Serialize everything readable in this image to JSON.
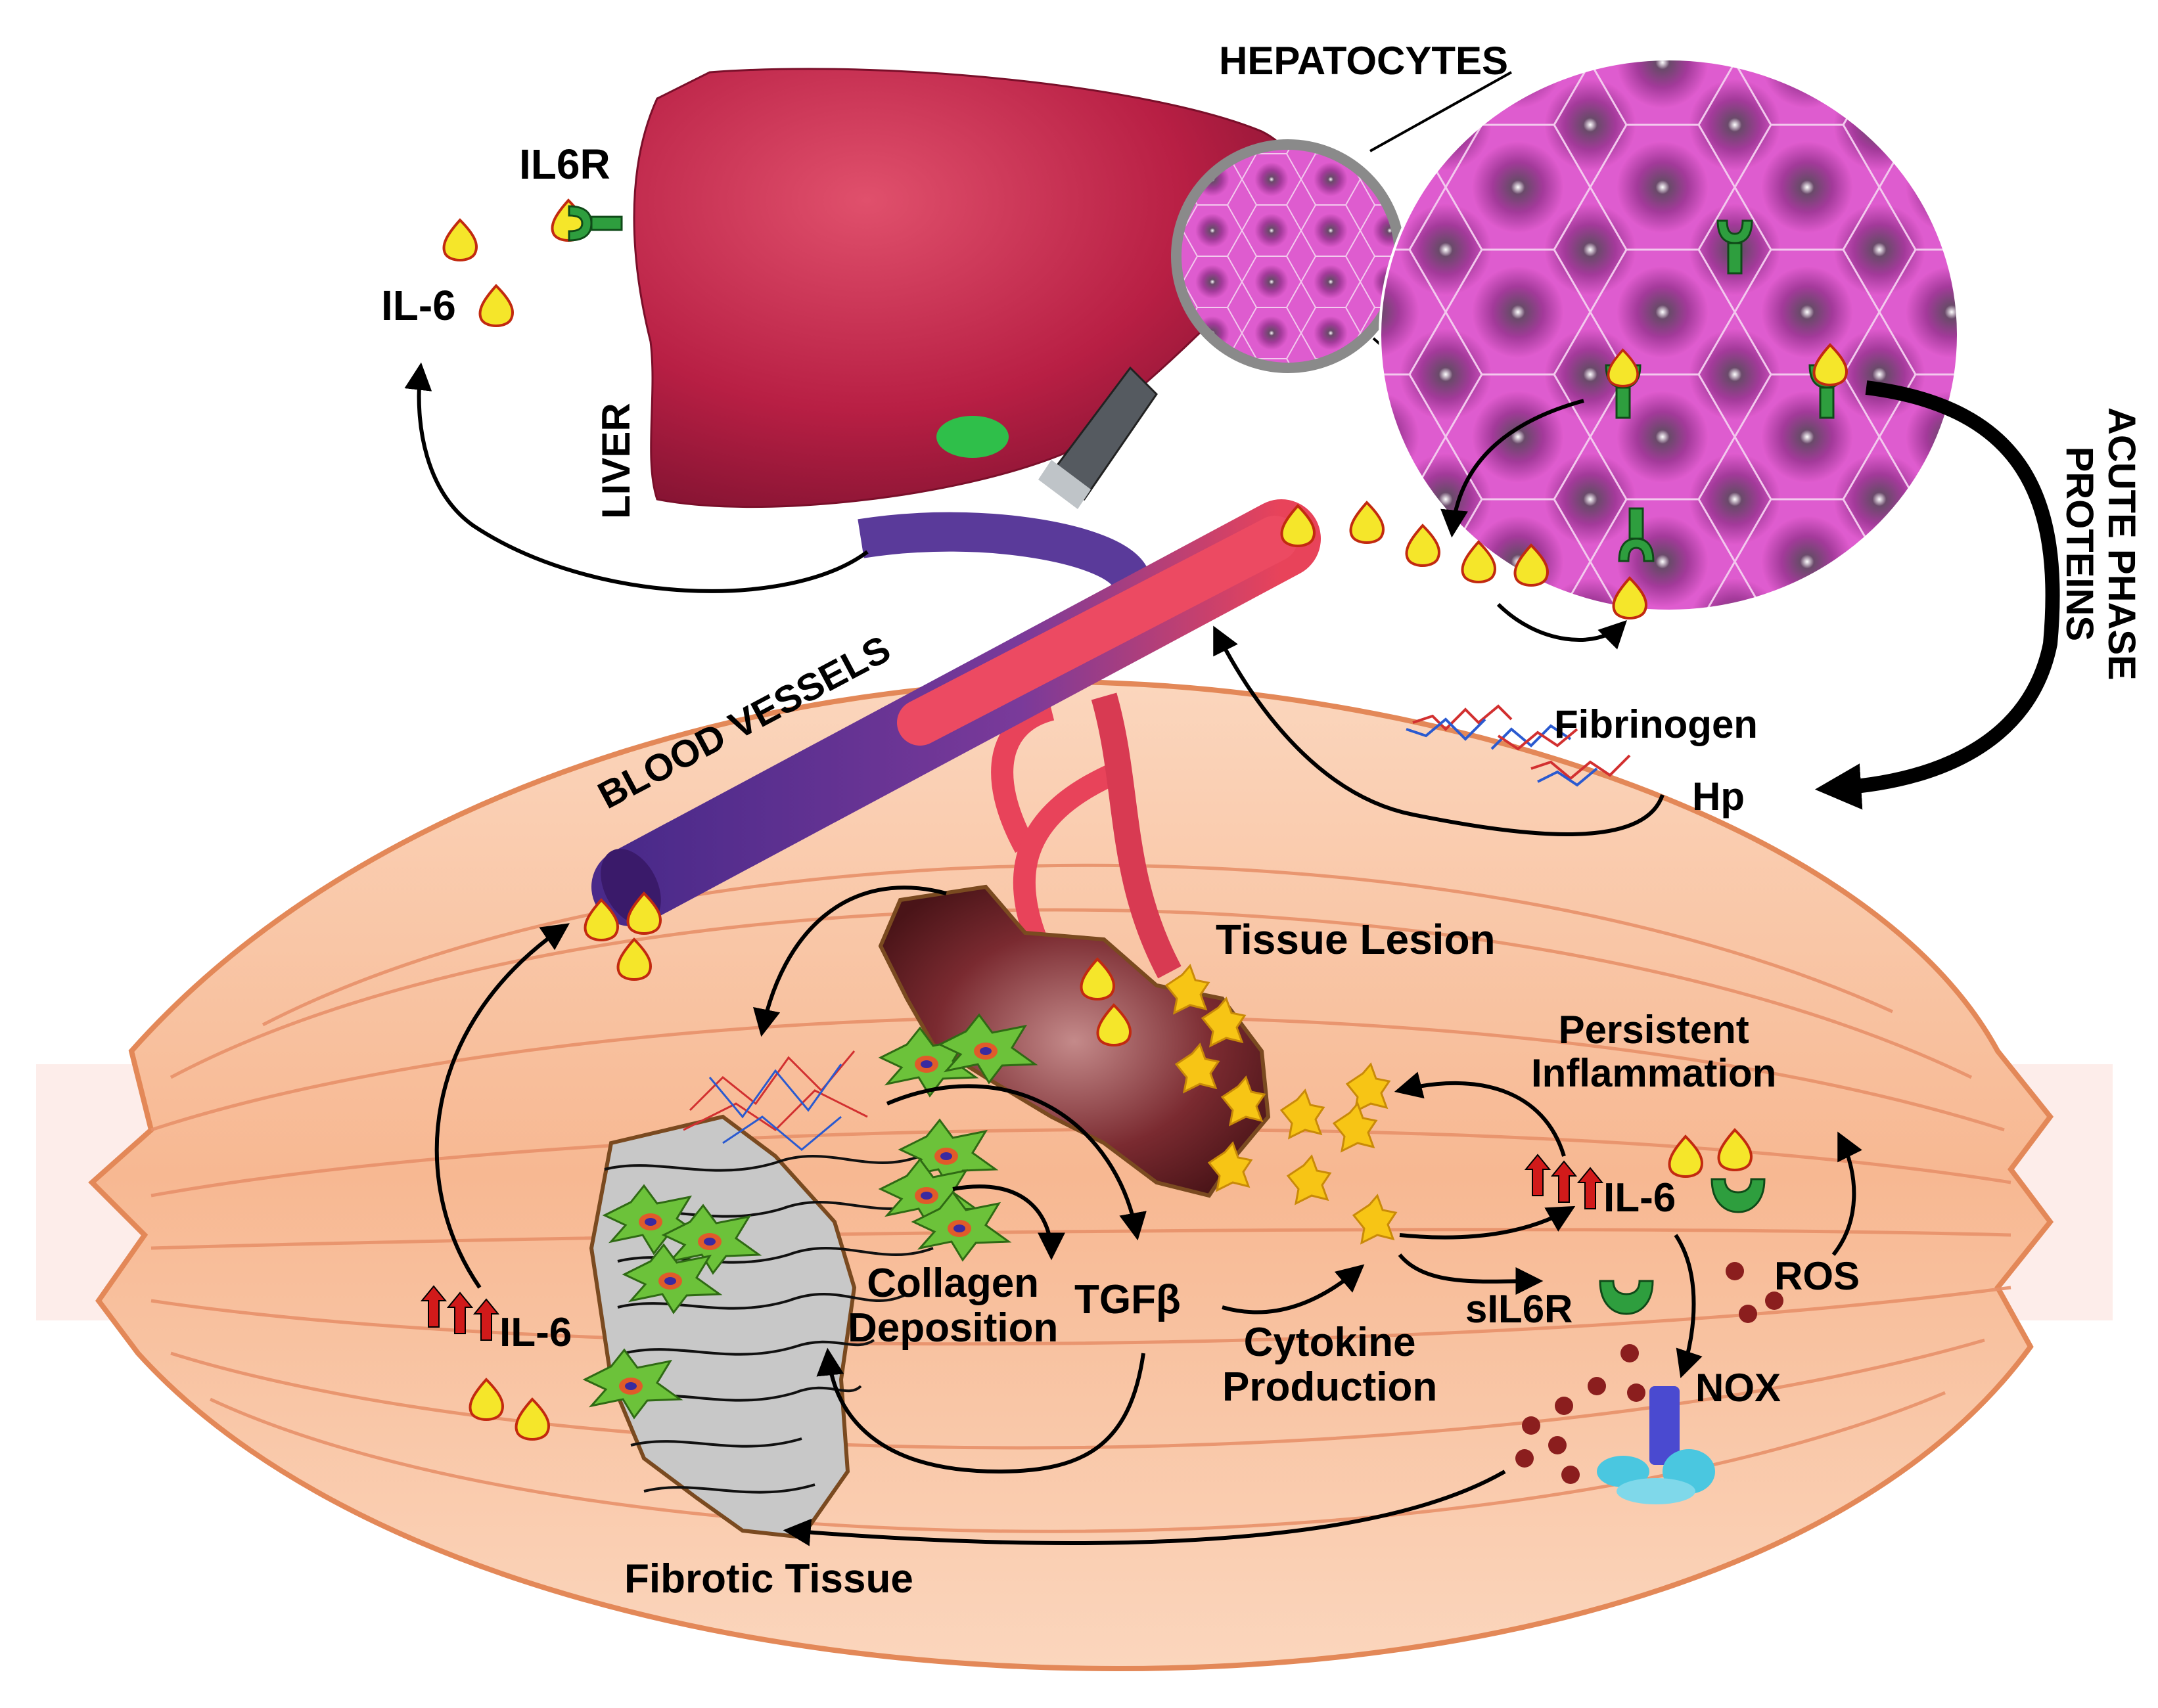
{
  "labels": {
    "hepatocytes": "HEPATOCYTES",
    "il6r": "IL6R",
    "il6_top": "IL-6",
    "liver": "LIVER",
    "blood_vessels": "BLOOD VESSELS",
    "acute_phase_line1": "ACUTE PHASE",
    "acute_phase_line2": "PROTEINS",
    "fibrinogen": "Fibrinogen",
    "hp": "Hp",
    "tissue_lesion": "Tissue Lesion",
    "persistent_line1": "Persistent",
    "persistent_line2": "Inflammation",
    "il6_right": "IL-6",
    "il6_left": "IL-6",
    "collagen_line1": "Collagen",
    "collagen_line2": "Deposition",
    "tgfb": "TGFβ",
    "cytokine_line1": "Cytokine",
    "cytokine_line2": "Production",
    "sil6r": "sIL6R",
    "ros": "ROS",
    "nox": "NOX",
    "fibrotic_tissue": "Fibrotic Tissue"
  },
  "colors": {
    "liver": "#c0264a",
    "hepatocyte_pink": "#d94fc6",
    "muscle": "#f9c2a0",
    "vein": "#5a2a8a",
    "artery": "#e8435a",
    "il6": "#f5e62a",
    "receptor": "#2e9e3e",
    "ros": "#8b1e1e",
    "red_arrow": "#d11a1a"
  },
  "icons": [
    "il6-ligand-icon",
    "il6r-receptor-icon",
    "magnifier-icon",
    "fibroblast-icon",
    "cytokine-icon",
    "ros-particle-icon",
    "nox-enzyme-icon",
    "up-arrow-icon"
  ]
}
